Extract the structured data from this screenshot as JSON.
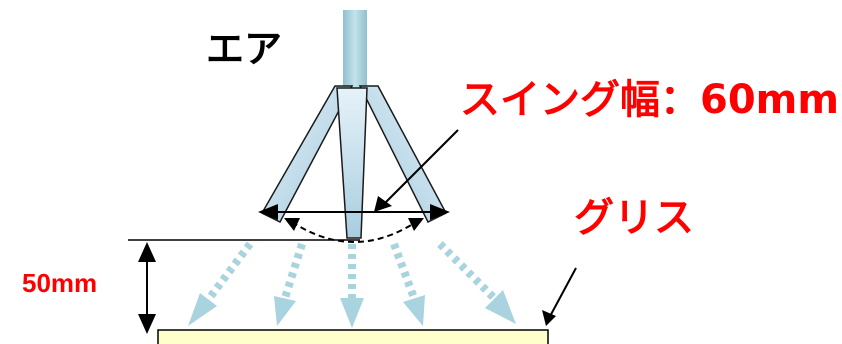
{
  "labels": {
    "air": "エア",
    "swing_width": "スイング幅：60mm",
    "grease": "グリス",
    "distance": "50mm"
  },
  "colors": {
    "nozzle_fill": "#a8cde0",
    "nozzle_highlight": "#e6f2f9",
    "nozzle_outline": "#1a1a1a",
    "air_flow": "#a9d3de",
    "grease_fill": "#ffffcc",
    "label_red": "#ff0000",
    "line_black": "#000000"
  }
}
